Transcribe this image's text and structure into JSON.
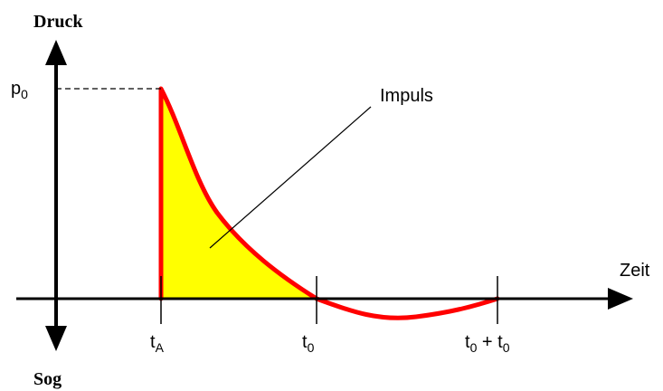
{
  "axes": {
    "y_top_label": "Druck",
    "y_bottom_label": "Sog",
    "x_label": "Zeit"
  },
  "annotations": {
    "peak_label": {
      "base": "p",
      "sub": "0"
    },
    "area_label": "Impuls"
  },
  "ticks": {
    "t_arrival": {
      "base": "t",
      "sub": "A"
    },
    "t_zero": {
      "base": "t",
      "sub": "0"
    },
    "t_end": {
      "base1": "t",
      "sub1": "0",
      "plus": " + t",
      "sub2": "0"
    }
  },
  "colors": {
    "curve": "#ff0000",
    "fill": "#ffff00",
    "axis": "#000000"
  }
}
